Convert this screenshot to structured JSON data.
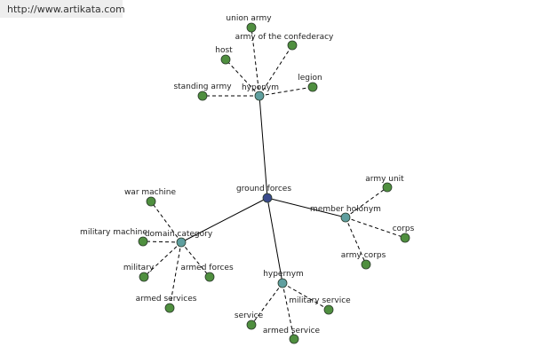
{
  "source_url": "http://www.artikata.com",
  "colors": {
    "center": "#3a4a8c",
    "relation": "#5f9f9f",
    "leaf": "#4f8f3f",
    "edge": "#000000"
  },
  "center": {
    "label": "ground forces"
  },
  "relations": [
    {
      "id": "hyponym",
      "label": "hyponym",
      "children": [
        "union army",
        "army of the confederacy",
        "host",
        "legion",
        "standing army"
      ]
    },
    {
      "id": "domain-category",
      "label": "domain category",
      "children": [
        "war machine",
        "military machine",
        "military",
        "armed forces",
        "armed services"
      ]
    },
    {
      "id": "member-holonym",
      "label": "member holonym",
      "children": [
        "army unit",
        "corps",
        "army corps"
      ]
    },
    {
      "id": "hypernym",
      "label": "hypernym",
      "children": [
        "service",
        "military service",
        "armed service"
      ]
    }
  ]
}
